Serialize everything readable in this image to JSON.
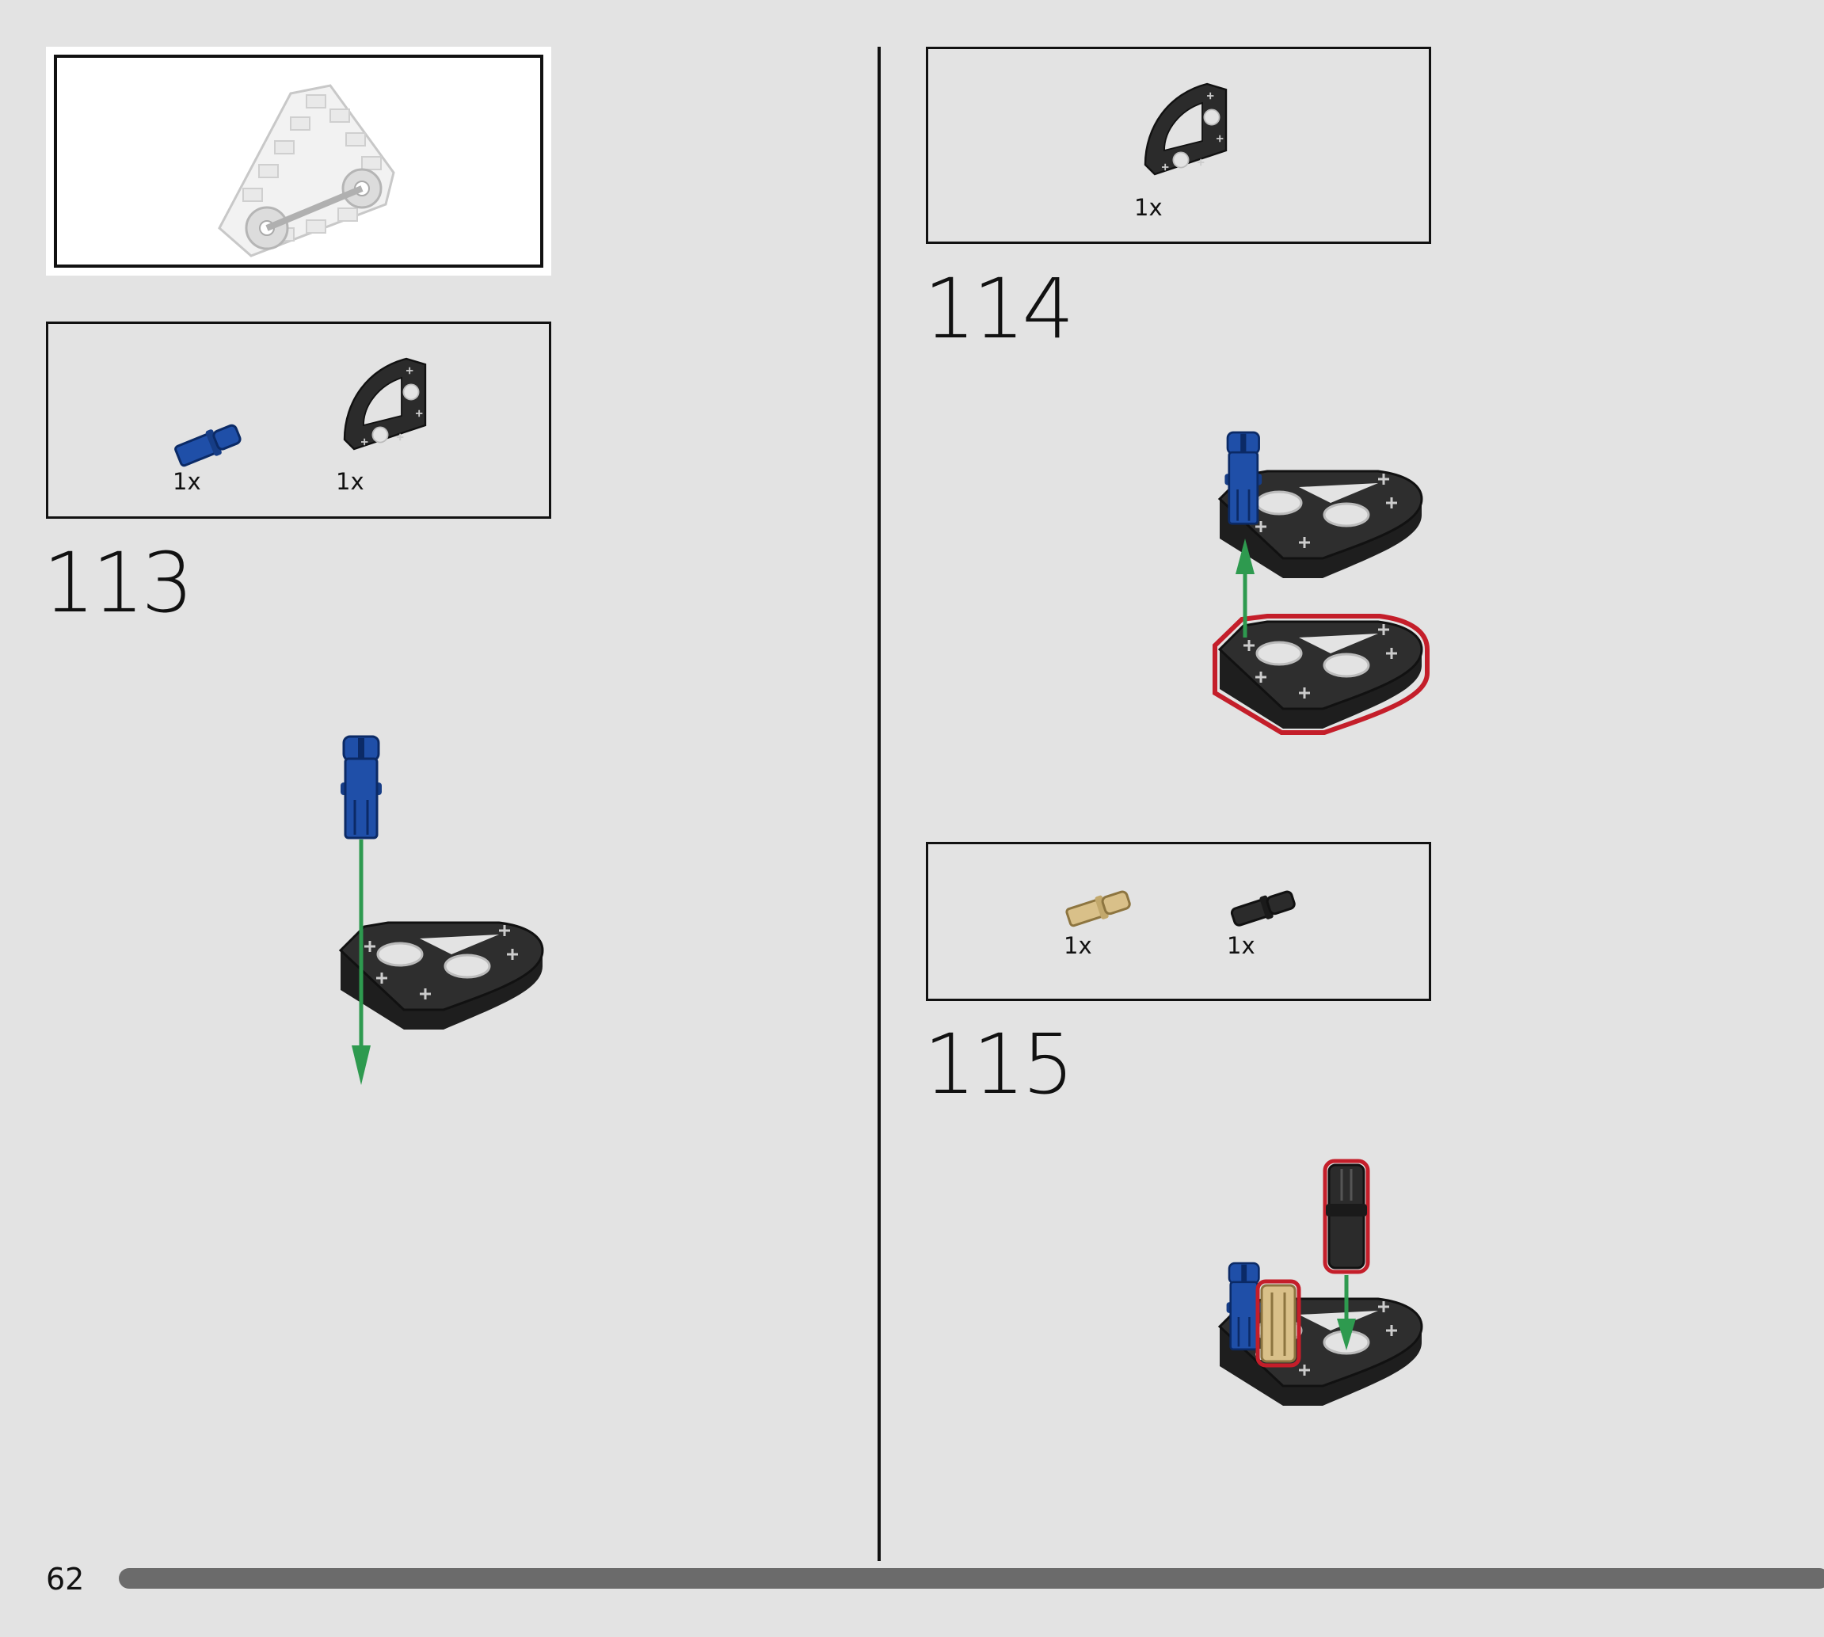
{
  "page": {
    "number": "62"
  },
  "steps": [
    {
      "number": "113",
      "parts": [
        {
          "name": "blue-pin-icon",
          "qty": "1x"
        },
        {
          "name": "quarter-round-frame-icon",
          "qty": "1x"
        }
      ]
    },
    {
      "number": "114",
      "parts": [
        {
          "name": "quarter-round-frame-icon",
          "qty": "1x"
        }
      ]
    },
    {
      "number": "115",
      "parts": [
        {
          "name": "tan-axle-pin-icon",
          "qty": "1x"
        },
        {
          "name": "black-friction-pin-icon",
          "qty": "1x"
        }
      ]
    }
  ],
  "colors": {
    "background": "#e3e3e3",
    "part_black": "#2a2a2a",
    "part_blue": "#1f4fa8",
    "part_tan": "#d9c089",
    "arrow_green": "#2e9a4f",
    "highlight_red": "#c41e2a",
    "progress_bar": "#6b6b6b"
  }
}
